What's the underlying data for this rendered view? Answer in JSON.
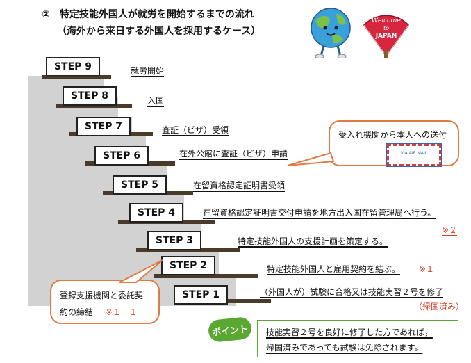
{
  "title": {
    "line1": "②　特定技能外国人が就労を開始するまでの流れ",
    "line2": "（海外から来日する外国人を採用するケース）"
  },
  "fan_text": [
    "Welcome",
    "to",
    "JAPAN"
  ],
  "envelope_text": "VIA AIR MAIL",
  "steps": [
    {
      "label": "STEP 9",
      "desc": "就労開始"
    },
    {
      "label": "STEP 8",
      "desc": "入国"
    },
    {
      "label": "STEP 7",
      "desc": "査証（ビザ）受領"
    },
    {
      "label": "STEP 6",
      "desc": "在外公館に査証（ビザ）申請"
    },
    {
      "label": "STEP 5",
      "desc": "在留資格認定証明書受領"
    },
    {
      "label": "STEP 4",
      "desc": "在留資格認定証明書交付申請を地方出入国在留管理局へ行う。",
      "note": "※２"
    },
    {
      "label": "STEP 3",
      "desc": "特定技能外国人の支援計画を策定する。"
    },
    {
      "label": "STEP 2",
      "desc": "特定技能外国人と雇用契約を結ぶ。",
      "note": "※１"
    },
    {
      "label": "STEP 1",
      "desc": "（外国人が）試験に合格又は技能実習２号を修了",
      "note": "（帰国済み）"
    }
  ],
  "callout_send": "受入れ機関から本人への送付",
  "callout_support": {
    "line1": "登録支援機関と委託契",
    "line2": "約の締結",
    "note": "※１－１"
  },
  "point": {
    "badge": "ポイント",
    "line1": "技能実習２号を良好に修了した方であれば，",
    "line2": "帰国済みであっても試験は免除されます。"
  }
}
